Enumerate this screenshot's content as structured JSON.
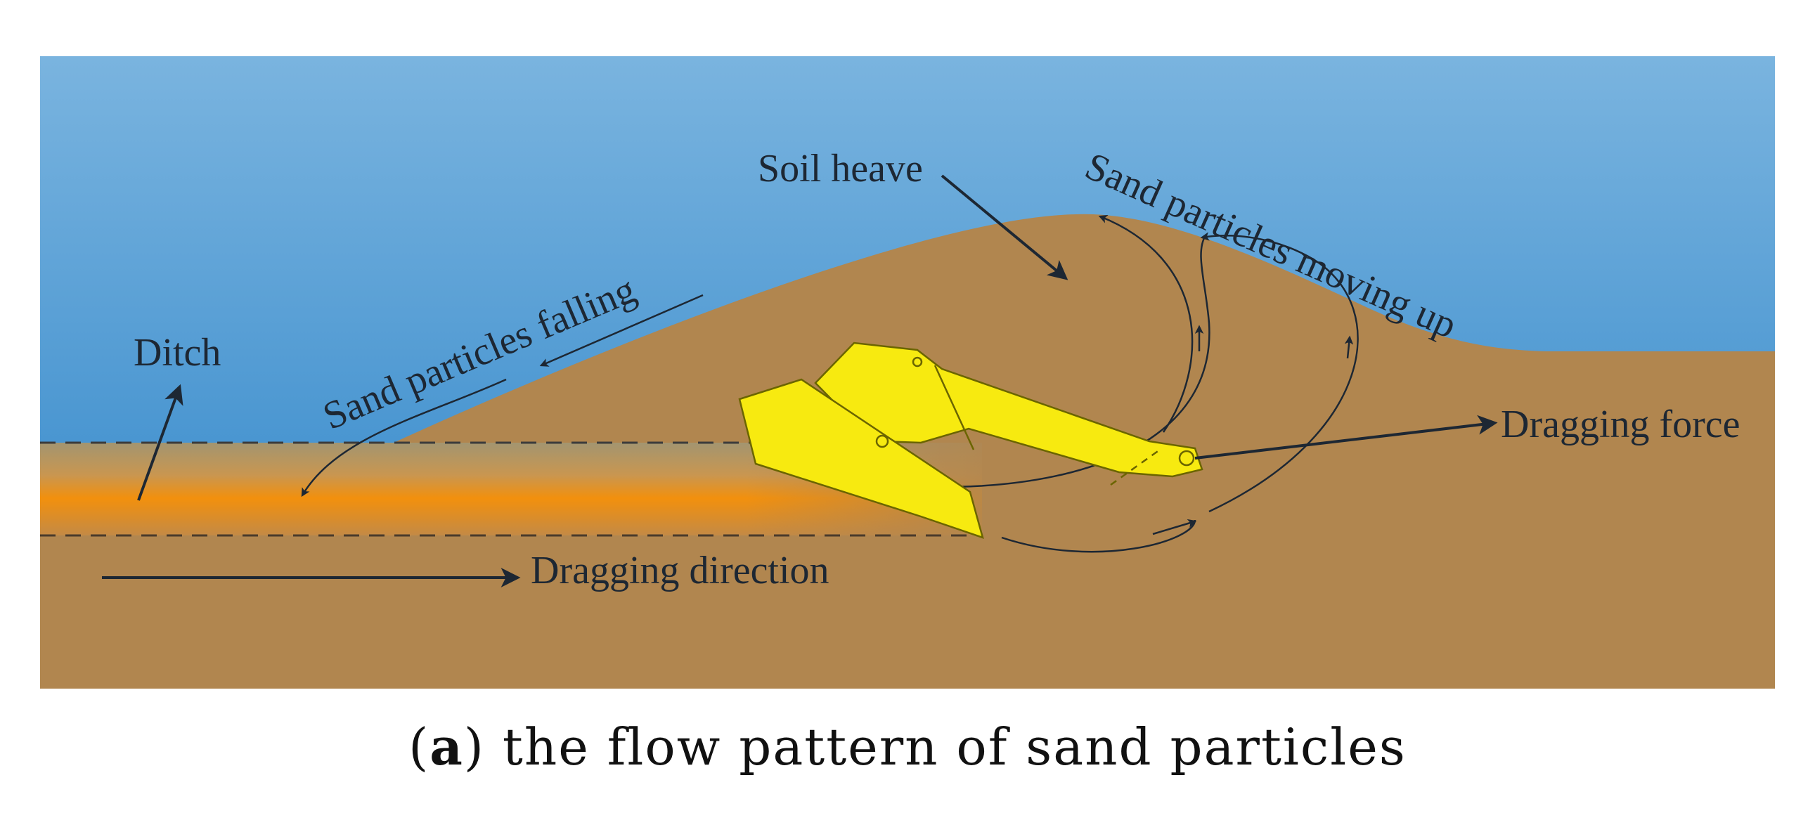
{
  "labels": {
    "soil_heave": "Soil heave",
    "sand_moving_up": "Sand particles moving up",
    "sand_falling": "Sand particles falling",
    "ditch": "Ditch",
    "dragging_force": "Dragging force",
    "dragging_direction": "Dragging direction"
  },
  "caption": {
    "open": "(",
    "letter": "a",
    "close": ")",
    "text": " the flow pattern of sand particles"
  },
  "colors": {
    "water_top": "#77b1de",
    "water_bottom": "#2f85c8",
    "soil": "#b1864f",
    "ditch_orange": "#f2910c",
    "anchor": "#f7ea10",
    "ink": "#1d2733"
  }
}
